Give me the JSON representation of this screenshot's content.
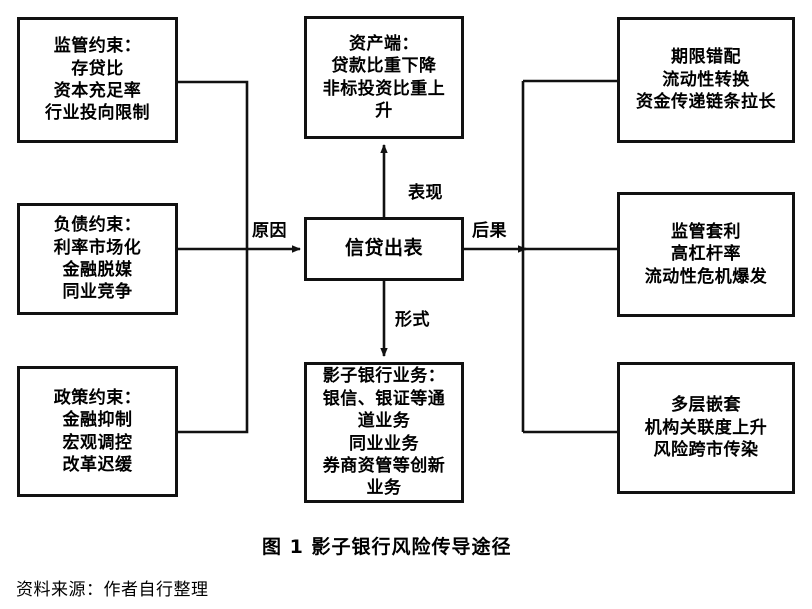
{
  "figure": {
    "caption": "图 1  影子银行风险传导途径",
    "source_note": "资料来源：作者自行整理"
  },
  "nodes": {
    "regulatory_constraint": {
      "name": "监管约束",
      "lines": [
        "监管约束：",
        "存贷比",
        "资本充足率",
        "行业投向限制"
      ]
    },
    "liability_constraint": {
      "name": "负债约束",
      "lines": [
        "负债约束：",
        "利率市场化",
        "金融脱媒",
        "同业竞争"
      ]
    },
    "policy_constraint": {
      "name": "政策约束",
      "lines": [
        "政策约束：",
        "金融抑制",
        "宏观调控",
        "改革迟缓"
      ]
    },
    "asset_side": {
      "name": "资产端",
      "lines": [
        "资产端：",
        "贷款比重下降",
        "非标投资比重上",
        "升"
      ]
    },
    "center": {
      "name": "信贷出表",
      "lines": [
        "信贷出表"
      ]
    },
    "shadow_business": {
      "name": "影子银行业务",
      "lines": [
        "影子银行业务：",
        "银信、银证等通",
        "道业务",
        "同业业务",
        "券商资管等创新",
        "业务"
      ]
    },
    "maturity_mismatch": {
      "name": "期限错配",
      "lines": [
        "期限错配",
        "流动性转换",
        "资金传递链条拉长"
      ]
    },
    "regulatory_arbitrage": {
      "name": "监管套利",
      "lines": [
        "监管套利",
        "高杠杆率",
        "流动性危机爆发"
      ]
    },
    "multi_layer_nesting": {
      "name": "多层嵌套",
      "lines": [
        "多层嵌套",
        "机构关联度上升",
        "风险跨市传染"
      ]
    }
  },
  "edge_labels": {
    "cause": "原因",
    "effect": "后果",
    "form": "形式",
    "manifestation": "表现"
  },
  "colors": {
    "stroke": "#111111",
    "background": "#ffffff",
    "text": "#000000"
  }
}
